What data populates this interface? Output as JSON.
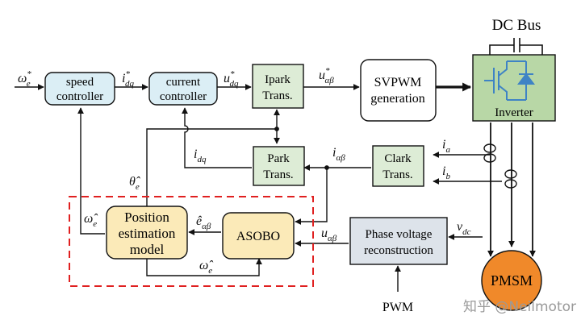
{
  "blocks": {
    "speed_controller": [
      "speed",
      "controller"
    ],
    "current_controller": [
      "current",
      "controller"
    ],
    "ipark": [
      "Ipark",
      "Trans."
    ],
    "svpwm": [
      "SVPWM",
      "generation"
    ],
    "inverter": "Inverter",
    "dc_bus": "DC Bus",
    "park": [
      "Park",
      "Trans."
    ],
    "clark": [
      "Clark",
      "Trans."
    ],
    "position_estimation": [
      "Position",
      "estimation",
      "model"
    ],
    "asobo": "ASOBO",
    "phase_voltage": [
      "Phase voltage",
      "reconstruction"
    ],
    "pmsm": "PMSM"
  },
  "signals": {
    "omega_e_ref": {
      "base": "ω",
      "sub": "e",
      "sup": "*"
    },
    "i_dq_ref": {
      "base": "i",
      "sub": "dq",
      "sup": "*"
    },
    "u_dq_ref": {
      "base": "u",
      "sub": "dq",
      "sup": "*"
    },
    "u_ab_ref": {
      "base": "u",
      "sub": "αβ",
      "sup": "*"
    },
    "i_dq": {
      "base": "i",
      "sub": "dq"
    },
    "i_ab": {
      "base": "i",
      "sub": "αβ"
    },
    "i_a": {
      "base": "i",
      "sub": "a"
    },
    "i_b": {
      "base": "i",
      "sub": "b"
    },
    "theta_hat": {
      "base": "θ̂",
      "sub": "e"
    },
    "omega_hat_left": {
      "base": "ω̂",
      "sub": "e"
    },
    "omega_hat_bottom": {
      "base": "ω̂",
      "sub": "e"
    },
    "e_hat": {
      "base": "ê",
      "sub": "αβ"
    },
    "u_ab": {
      "base": "u",
      "sub": "αβ"
    },
    "v_dc": {
      "base": "v",
      "sub": "dc"
    }
  },
  "pwm_label": "PWM",
  "watermark": "知乎 @Neilmotor",
  "colors": {
    "controller_fill": "#dbeef5",
    "transform_fill": "#ddecd6",
    "estimator_fill": "#fbeab8",
    "inverter_fill": "#b8d7a6",
    "pmsm_fill": "#f0892a",
    "dashed_box": "#e02020",
    "switch_blue": "#3e83c5",
    "line": "#111111"
  }
}
